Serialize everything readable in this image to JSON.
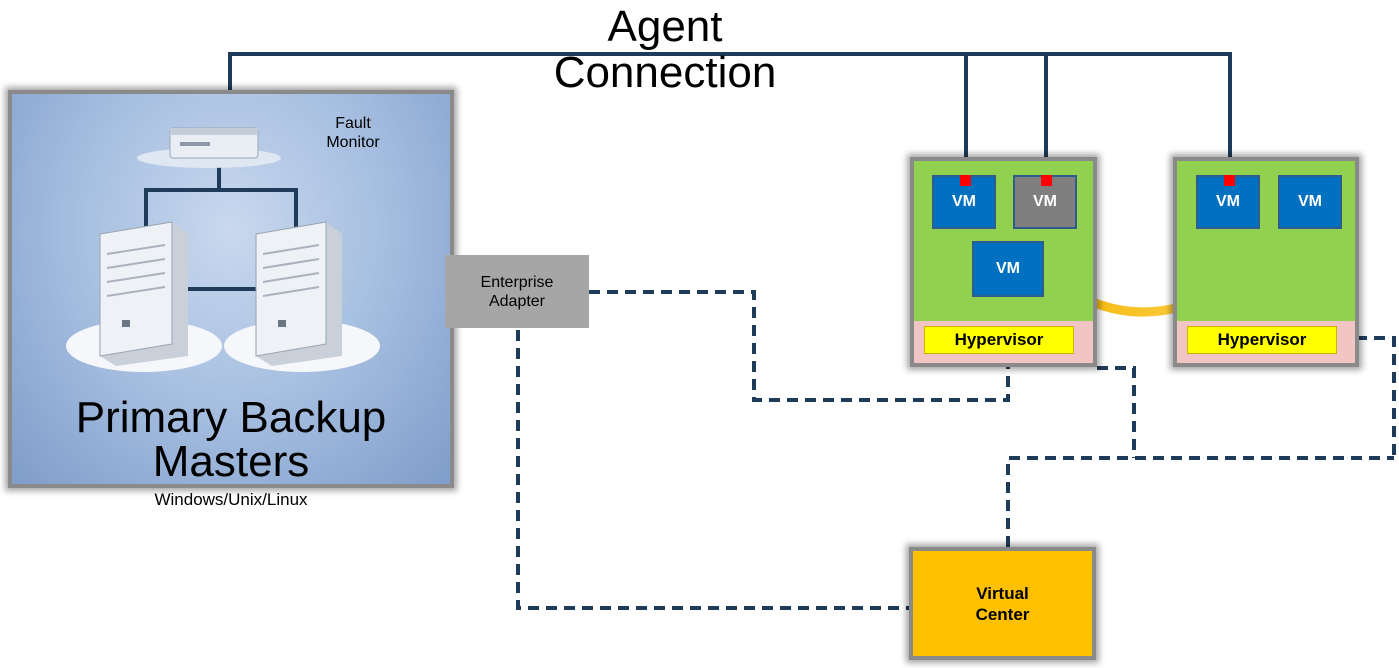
{
  "agent_connection": {
    "line1": "Agent",
    "line2": "Connection"
  },
  "primary": {
    "title_line1": "Primary Backup",
    "title_line2": "Masters",
    "subtitle": "Windows/Unix/Linux",
    "fault_monitor_line1": "Fault",
    "fault_monitor_line2": "Monitor"
  },
  "enterprise_adapter": {
    "line1": "Enterprise",
    "line2": "Adapter"
  },
  "host1": {
    "vm1": "VM",
    "vm2": "VM",
    "vm3": "VM",
    "hypervisor": "Hypervisor"
  },
  "host2": {
    "vm1": "VM",
    "vm2": "VM",
    "hypervisor": "Hypervisor"
  },
  "virtual_center": {
    "line1": "Virtual",
    "line2": "Center"
  },
  "colors": {
    "solid_line": "#1f3b5a",
    "dashed_line": "#1f3b5a",
    "host_green": "#92d050",
    "vm_blue": "#0070c0",
    "vm_gray": "#7f7f7f",
    "hypervisor_yellow": "#ffff00",
    "virtual_center_orange": "#ffc000",
    "migration_arrow": "#ffc000",
    "agent_marker": "#ff0000"
  }
}
